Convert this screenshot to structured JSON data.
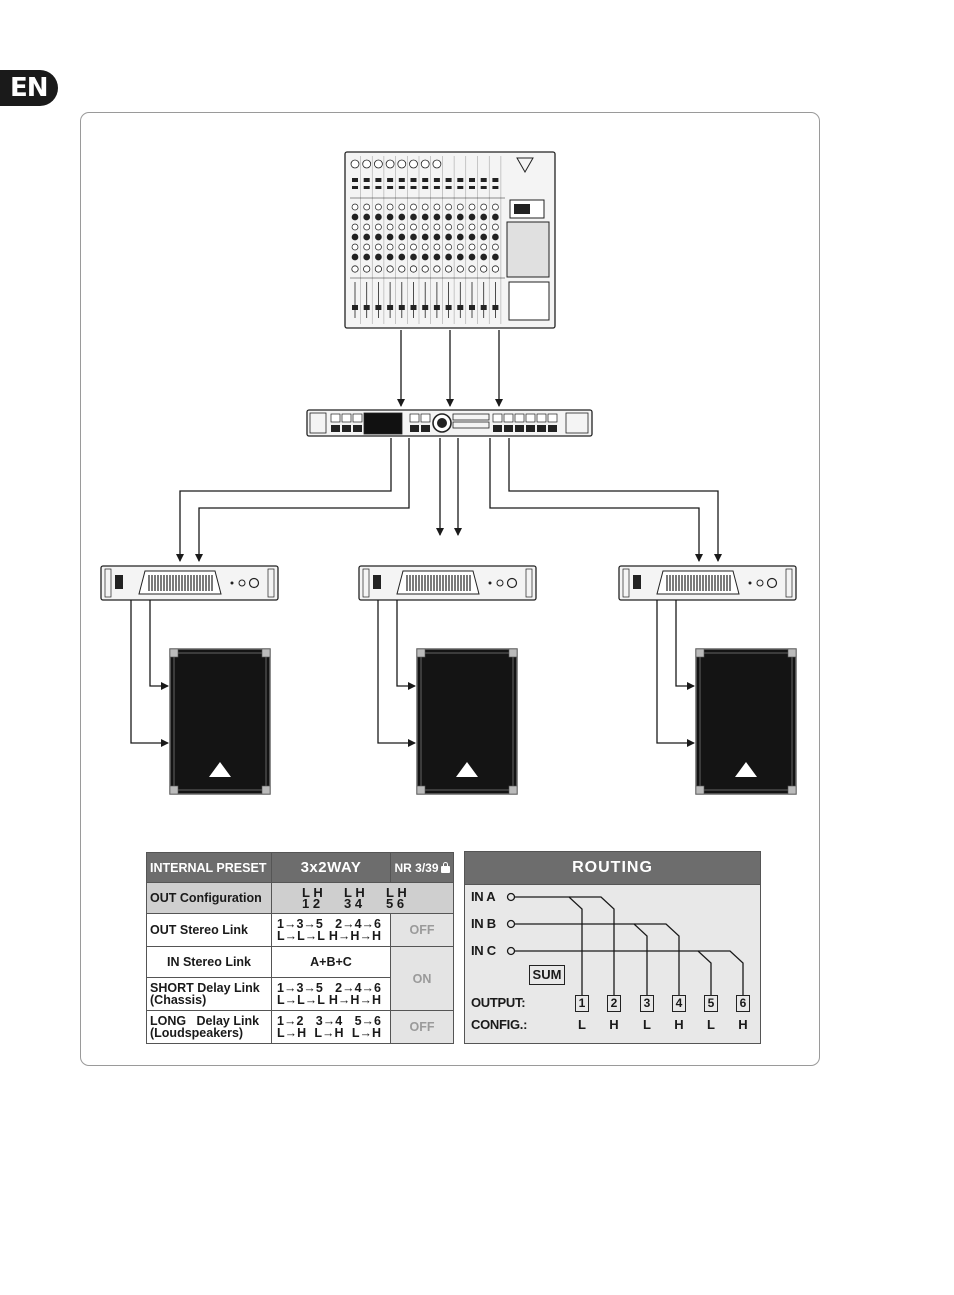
{
  "language_tab": "EN",
  "preset_table": {
    "header": {
      "label": "INTERNAL PRESET",
      "preset_name": "3x2WAY",
      "preset_number": "NR 3/39"
    },
    "out_config": {
      "label": "OUT Configuration",
      "row1": [
        "L H",
        "L H",
        "L H"
      ],
      "row2": [
        "1 2",
        "3 4",
        "5 6"
      ]
    },
    "out_stereo_link": {
      "label": "OUT Stereo Link",
      "line1": [
        "1→3→5",
        "2→4→6"
      ],
      "line2": [
        "L→L→L",
        "H→H→H"
      ],
      "state": "OFF"
    },
    "in_stereo_link": {
      "label": "IN Stereo Link",
      "value": "A+B+C"
    },
    "short_delay_link": {
      "label_line1": "SHORT Delay Link",
      "label_line2": "(Chassis)",
      "line1": [
        "1→3→5",
        "2→4→6"
      ],
      "line2": [
        "L→L→L",
        "H→H→H"
      ]
    },
    "shared_state": "ON",
    "long_delay_link": {
      "label_line1": "LONG   Delay Link",
      "label_line2": "(Loudspeakers)",
      "line1": [
        "1→2",
        "3→4",
        "5→6"
      ],
      "line2": [
        "L→H",
        "L→H",
        "L→H"
      ],
      "state": "OFF"
    }
  },
  "routing": {
    "title": "ROUTING",
    "inputs": [
      "IN A",
      "IN B",
      "IN C"
    ],
    "sum_label": "SUM",
    "output_label": "OUTPUT:",
    "config_label": "CONFIG.:",
    "outputs": [
      "1",
      "2",
      "3",
      "4",
      "5",
      "6"
    ],
    "configs": [
      "L",
      "H",
      "L",
      "H",
      "L",
      "H"
    ]
  },
  "colors": {
    "header_gray": "#6d6d6d",
    "cell_gray": "#cfcfcf",
    "device_fill": "#f4f4f4",
    "speaker_fill": "#141414"
  }
}
